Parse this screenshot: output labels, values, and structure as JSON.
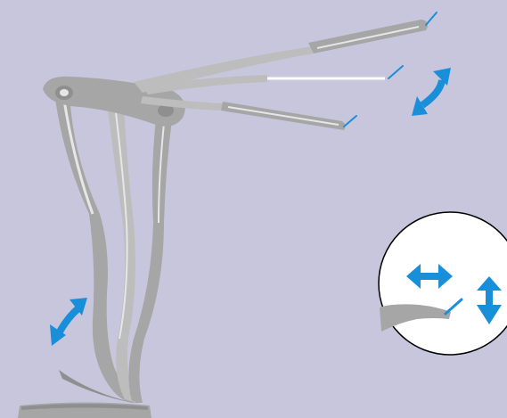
{
  "colors": {
    "background": "#c8c6dd",
    "lamp_body": "#a6a6a6",
    "lamp_body_light": "#bdbdbd",
    "lamp_shadow": "#8f8f8f",
    "lamp_highlight": "#e6e6e6",
    "arrow": "#1a8fd9",
    "inset_background": "#ffffff",
    "inset_outline": "#000000"
  },
  "icons": {
    "arm_rotate_arrow": "curved-double-arrow",
    "base_rotate_arrow": "curved-double-arrow",
    "horizontal_arrow": "left-right-arrow",
    "vertical_arrow": "up-down-arrow"
  }
}
